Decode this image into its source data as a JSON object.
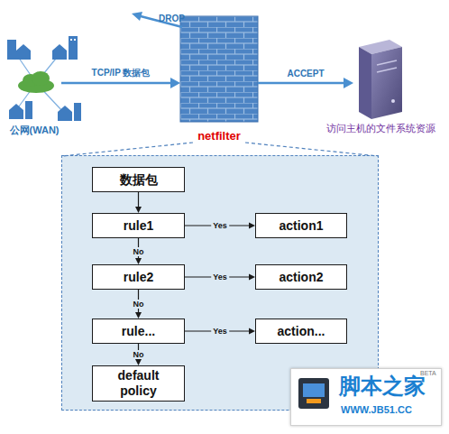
{
  "diagram": {
    "nodes": [
      {
        "text": [
          "公网(WAN)"
        ]
      },
      {
        "text": [
          "netfilter"
        ]
      },
      {
        "text": [
          "访问主机的文件系统资源"
        ]
      },
      {
        "text": [
          "数据包"
        ]
      },
      {
        "text": [
          "rule1"
        ]
      },
      {
        "text": [
          "action1"
        ]
      },
      {
        "text": [
          "rule2"
        ]
      },
      {
        "text": [
          "action2"
        ]
      },
      {
        "text": [
          "rule..."
        ]
      },
      {
        "text": [
          "action..."
        ]
      },
      {
        "text": [
          "default policy"
        ]
      }
    ],
    "edges": [
      {
        "from": 0,
        "to": 1,
        "label": "TCP/IP 数据包",
        "arrow": "to"
      },
      {
        "from": 1,
        "to": 2,
        "label": "ACCEPT",
        "arrow": "to"
      },
      {
        "from": 3,
        "to": 4,
        "arrow": "to"
      },
      {
        "from": 4,
        "to": 5,
        "label": "Yes",
        "arrow": "to"
      },
      {
        "from": 4,
        "to": 6,
        "label": "No",
        "arrow": "to"
      },
      {
        "from": 6,
        "to": 7,
        "label": "Yes",
        "arrow": "to"
      },
      {
        "from": 6,
        "to": 8,
        "label": "No",
        "arrow": "to"
      },
      {
        "from": 8,
        "to": 9,
        "label": "Yes",
        "arrow": "to"
      },
      {
        "from": 8,
        "to": 10,
        "label": "No",
        "arrow": "to"
      }
    ],
    "labels": [
      "DROP",
      "脚本之家",
      "WWW.JB51.CC",
      "BETA"
    ]
  }
}
